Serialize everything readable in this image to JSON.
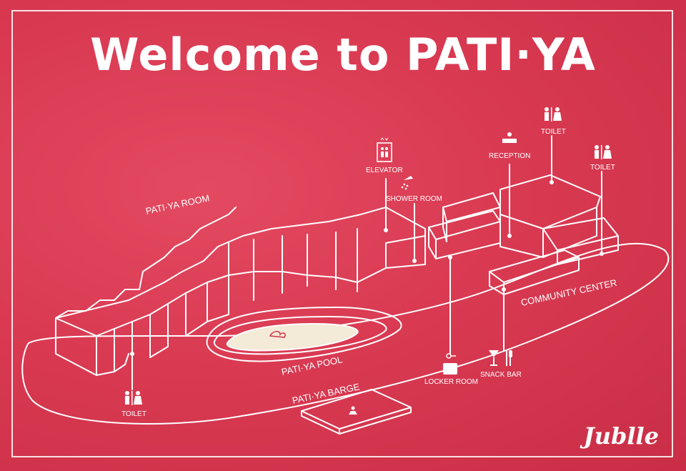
{
  "banner": {
    "title": "Welcome to PATI·YA",
    "colors": {
      "background": "#d93a52",
      "lines": "#ffffff"
    }
  },
  "map": {
    "areas": {
      "room": "PATI·YA ROOM",
      "pool": "PATI·YA POOL",
      "barge": "PATI·YA BARGE",
      "community": "COMMUNITY CENTER"
    },
    "facilities": {
      "elevator": {
        "label": "ELEVATOR",
        "icon": "elevator-icon"
      },
      "shower": {
        "label": "SHOWER ROOM",
        "icon": "shower-icon"
      },
      "reception": {
        "label": "RECEPTION",
        "icon": "reception-icon"
      },
      "toilet_top": {
        "label": "TOILET",
        "icon": "toilet-icon"
      },
      "toilet_right": {
        "label": "TOILET",
        "icon": "toilet-icon"
      },
      "toilet_left": {
        "label": "TOILET",
        "icon": "toilet-icon"
      },
      "locker": {
        "label": "LOCKER ROOM",
        "icon": "locker-icon"
      },
      "snack": {
        "label": "SNACK BAR",
        "icon": "snack-bar-icon"
      }
    }
  },
  "watermark": {
    "text": "Jublle"
  }
}
